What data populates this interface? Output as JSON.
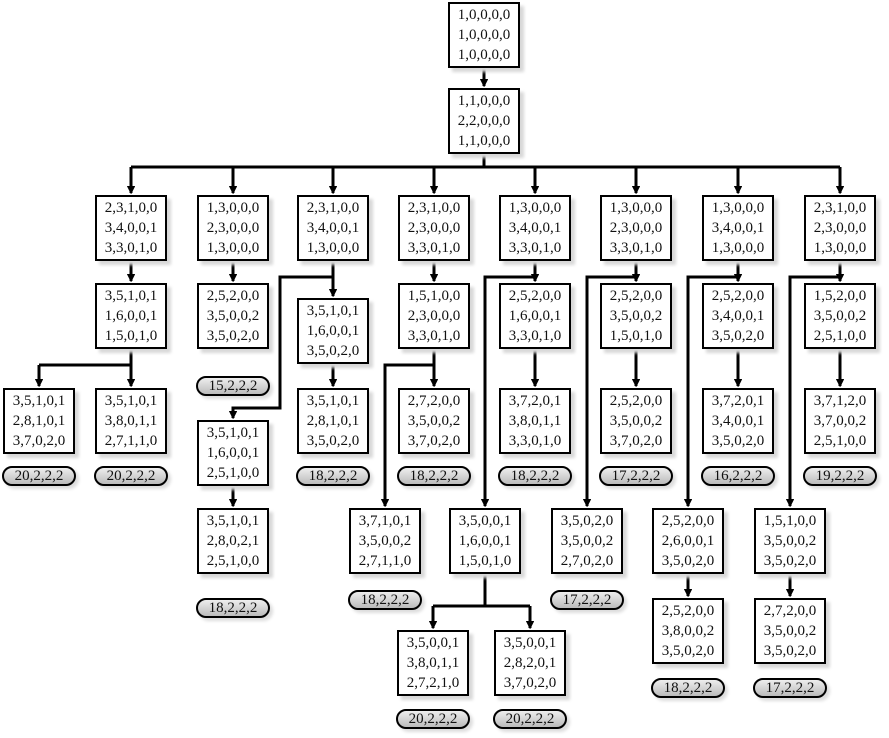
{
  "nodes": [
    {
      "id": "root",
      "rows": [
        "1,0,0,0,0",
        "1,0,0,0,0",
        "1,0,0,0,0"
      ]
    },
    {
      "id": "n1",
      "rows": [
        "1,1,0,0,0",
        "2,2,0,0,0",
        "1,1,0,0,0"
      ]
    },
    {
      "id": "c1a",
      "rows": [
        "2,3,1,0,0",
        "3,4,0,0,1",
        "3,3,0,1,0"
      ]
    },
    {
      "id": "c2a",
      "rows": [
        "1,3,0,0,0",
        "2,3,0,0,0",
        "1,3,0,0,0"
      ]
    },
    {
      "id": "c3a",
      "rows": [
        "2,3,1,0,0",
        "3,4,0,0,1",
        "1,3,0,0,0"
      ]
    },
    {
      "id": "c4a",
      "rows": [
        "2,3,1,0,0",
        "2,3,0,0,0",
        "3,3,0,1,0"
      ]
    },
    {
      "id": "c5a",
      "rows": [
        "1,3,0,0,0",
        "3,4,0,0,1",
        "3,3,0,1,0"
      ]
    },
    {
      "id": "c6a",
      "rows": [
        "1,3,0,0,0",
        "2,3,0,0,0",
        "3,3,0,1,0"
      ]
    },
    {
      "id": "c7a",
      "rows": [
        "1,3,0,0,0",
        "3,4,0,0,1",
        "1,3,0,0,0"
      ]
    },
    {
      "id": "c8a",
      "rows": [
        "2,3,1,0,0",
        "2,3,0,0,0",
        "1,3,0,0,0"
      ]
    },
    {
      "id": "c1b",
      "rows": [
        "3,5,1,0,1",
        "1,6,0,0,1",
        "1,5,0,1,0"
      ]
    },
    {
      "id": "c2b",
      "rows": [
        "2,5,2,0,0",
        "3,5,0,0,2",
        "3,5,0,2,0"
      ]
    },
    {
      "id": "c3b",
      "rows": [
        "3,5,1,0,1",
        "1,6,0,0,1",
        "3,5,0,2,0"
      ]
    },
    {
      "id": "c4b",
      "rows": [
        "1,5,1,0,0",
        "2,3,0,0,0",
        "3,3,0,1,0"
      ]
    },
    {
      "id": "c5b",
      "rows": [
        "2,5,2,0,0",
        "1,6,0,0,1",
        "3,3,0,1,0"
      ]
    },
    {
      "id": "c6b",
      "rows": [
        "2,5,2,0,0",
        "3,5,0,0,2",
        "1,5,0,1,0"
      ]
    },
    {
      "id": "c7b",
      "rows": [
        "2,5,2,0,0",
        "3,4,0,0,1",
        "3,5,0,2,0"
      ]
    },
    {
      "id": "c8b",
      "rows": [
        "1,5,2,0,0",
        "3,5,0,0,2",
        "2,5,1,0,0"
      ]
    },
    {
      "id": "c1c1",
      "rows": [
        "3,5,1,0,1",
        "2,8,1,0,1",
        "3,7,0,2,0"
      ],
      "result": "20,2,2,2"
    },
    {
      "id": "c1c2",
      "rows": [
        "3,5,1,0,1",
        "3,8,0,1,1",
        "2,7,1,1,0"
      ],
      "result": "20,2,2,2"
    },
    {
      "id": "c3c",
      "rows": [
        "3,5,1,0,1",
        "2,8,1,0,1",
        "3,5,0,2,0"
      ],
      "result": "18,2,2,2"
    },
    {
      "id": "c4c",
      "rows": [
        "2,7,2,0,0",
        "3,5,0,0,2",
        "3,7,0,2,0"
      ],
      "result": "18,2,2,2"
    },
    {
      "id": "c5c",
      "rows": [
        "3,7,2,0,1",
        "3,8,0,1,1",
        "3,3,0,1,0"
      ],
      "result": "18,2,2,2"
    },
    {
      "id": "c6c",
      "rows": [
        "2,5,2,0,0",
        "3,5,0,0,2",
        "3,7,0,2,0"
      ],
      "result": "17,2,2,2"
    },
    {
      "id": "c7c",
      "rows": [
        "3,7,2,0,1",
        "3,4,0,0,1",
        "3,5,0,2,0"
      ],
      "result": "16,2,2,2"
    },
    {
      "id": "c8c",
      "rows": [
        "3,7,1,2,0",
        "3,7,0,0,2",
        "2,5,1,0,0"
      ],
      "result": "19,2,2,2"
    },
    {
      "id": "c3d",
      "rows": [
        "3,5,1,0,1",
        "1,6,0,0,1",
        "2,5,1,0,0"
      ]
    },
    {
      "id": "c3e",
      "rows": [
        "3,5,1,0,1",
        "2,8,0,2,1",
        "2,5,1,0,0"
      ],
      "result": "18,2,2,2"
    },
    {
      "id": "c4d",
      "rows": [
        "3,7,1,0,1",
        "3,5,0,0,2",
        "2,7,1,1,0"
      ],
      "result": "18,2,2,2"
    },
    {
      "id": "c5d",
      "rows": [
        "3,5,0,0,1",
        "1,6,0,0,1",
        "1,5,0,1,0"
      ]
    },
    {
      "id": "c5e1",
      "rows": [
        "3,5,0,0,1",
        "3,8,0,1,1",
        "2,7,2,1,0"
      ],
      "result": "20,2,2,2"
    },
    {
      "id": "c5e2",
      "rows": [
        "3,5,0,0,1",
        "2,8,2,0,1",
        "3,7,0,2,0"
      ],
      "result": "20,2,2,2"
    },
    {
      "id": "c6d",
      "rows": [
        "3,5,0,2,0",
        "3,5,0,0,2",
        "2,7,0,2,0"
      ],
      "result": "17,2,2,2"
    },
    {
      "id": "c7d",
      "rows": [
        "2,5,2,0,0",
        "2,6,0,0,1",
        "3,5,0,2,0"
      ]
    },
    {
      "id": "c7e",
      "rows": [
        "2,5,2,0,0",
        "3,8,0,0,2",
        "3,5,0,2,0"
      ],
      "result": "18,2,2,2"
    },
    {
      "id": "c8d",
      "rows": [
        "1,5,1,0,0",
        "3,5,0,0,2",
        "3,5,0,2,0"
      ]
    },
    {
      "id": "c8e",
      "rows": [
        "2,7,2,0,0",
        "3,5,0,0,2",
        "3,5,0,2,0"
      ],
      "result": "17,2,2,2"
    }
  ],
  "extra_results": {
    "c2b": "15,2,2,2"
  }
}
